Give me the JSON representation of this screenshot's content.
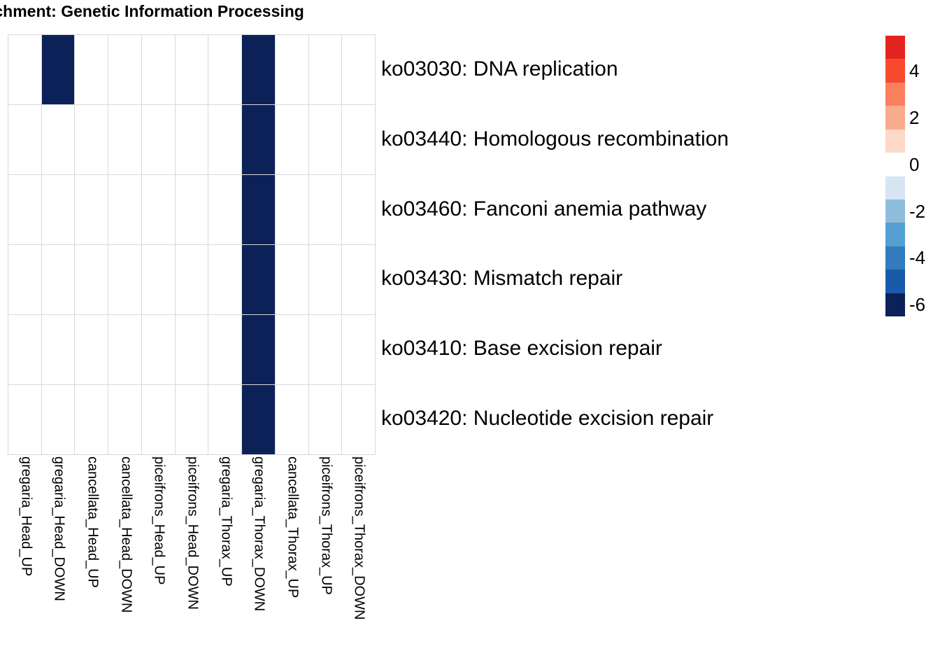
{
  "title": "nrichment: Genetic Information Processing",
  "chart_data": {
    "type": "heatmap",
    "title": "nrichment: Genetic Information Processing",
    "xlabel": "",
    "ylabel": "",
    "grid": true,
    "legend_position": "right",
    "columns": [
      "gregaria_Head_UP",
      "gregaria_Head_DOWN",
      "cancellata_Head_UP",
      "cancellata_Head_DOWN",
      "piceifrons_Head_UP",
      "piceifrons_Head_DOWN",
      "gregaria_Thorax_UP",
      "gregaria_Thorax_DOWN",
      "cancellata_Thorax_UP",
      "piceifrons_Thorax_UP",
      "piceifrons_Thorax_DOWN"
    ],
    "rows": [
      "ko03030: DNA replication",
      "ko03440: Homologous recombination",
      "ko03460: Fanconi anemia pathway",
      "ko03430: Mismatch repair",
      "ko03410: Base excision repair",
      "ko03420: Nucleotide excision repair"
    ],
    "values": [
      [
        0,
        -6.5,
        0,
        0,
        0,
        0,
        0,
        -6.5,
        0,
        0,
        0
      ],
      [
        0,
        0,
        0,
        0,
        0,
        0,
        0,
        -6.5,
        0,
        0,
        0
      ],
      [
        0,
        0,
        0,
        0,
        0,
        0,
        0,
        -6.5,
        0,
        0,
        0
      ],
      [
        0,
        0,
        0,
        0,
        0,
        0,
        0,
        -6.5,
        0,
        0,
        0
      ],
      [
        0,
        0,
        0,
        0,
        0,
        0,
        0,
        -6.5,
        0,
        0,
        0
      ],
      [
        0,
        0,
        0,
        0,
        0,
        0,
        0,
        -6.5,
        0,
        0,
        0
      ]
    ],
    "cell_colors": [
      [
        "#ffffff",
        "#0d2159",
        "#ffffff",
        "#ffffff",
        "#ffffff",
        "#ffffff",
        "#ffffff",
        "#0d2159",
        "#ffffff",
        "#ffffff",
        "#ffffff"
      ],
      [
        "#ffffff",
        "#ffffff",
        "#ffffff",
        "#ffffff",
        "#ffffff",
        "#ffffff",
        "#ffffff",
        "#0d2159",
        "#ffffff",
        "#ffffff",
        "#ffffff"
      ],
      [
        "#ffffff",
        "#ffffff",
        "#ffffff",
        "#ffffff",
        "#ffffff",
        "#ffffff",
        "#ffffff",
        "#0d2159",
        "#ffffff",
        "#ffffff",
        "#ffffff"
      ],
      [
        "#ffffff",
        "#ffffff",
        "#ffffff",
        "#ffffff",
        "#ffffff",
        "#ffffff",
        "#ffffff",
        "#0d2159",
        "#ffffff",
        "#ffffff",
        "#ffffff"
      ],
      [
        "#ffffff",
        "#ffffff",
        "#ffffff",
        "#ffffff",
        "#ffffff",
        "#ffffff",
        "#ffffff",
        "#0d2159",
        "#ffffff",
        "#ffffff",
        "#ffffff"
      ],
      [
        "#ffffff",
        "#ffffff",
        "#ffffff",
        "#ffffff",
        "#ffffff",
        "#ffffff",
        "#ffffff",
        "#0d2159",
        "#ffffff",
        "#ffffff",
        "#ffffff"
      ]
    ],
    "gridline_color": "#d9d9d9",
    "colorbar": {
      "range": [
        -6.5,
        5.5
      ],
      "tick_labels": [
        "4",
        "2",
        "0",
        "-2",
        "-4",
        "-6"
      ],
      "tick_values": [
        4,
        2,
        0,
        -2,
        -4,
        -6
      ],
      "bands": [
        "#e5241f",
        "#f8492f",
        "#f97f5f",
        "#f9ab8c",
        "#fcd8c8",
        "#ffffff",
        "#d7e4f3",
        "#90bcdc",
        "#549fd2",
        "#317cbd",
        "#1a5aab",
        "#0d2159"
      ]
    }
  }
}
